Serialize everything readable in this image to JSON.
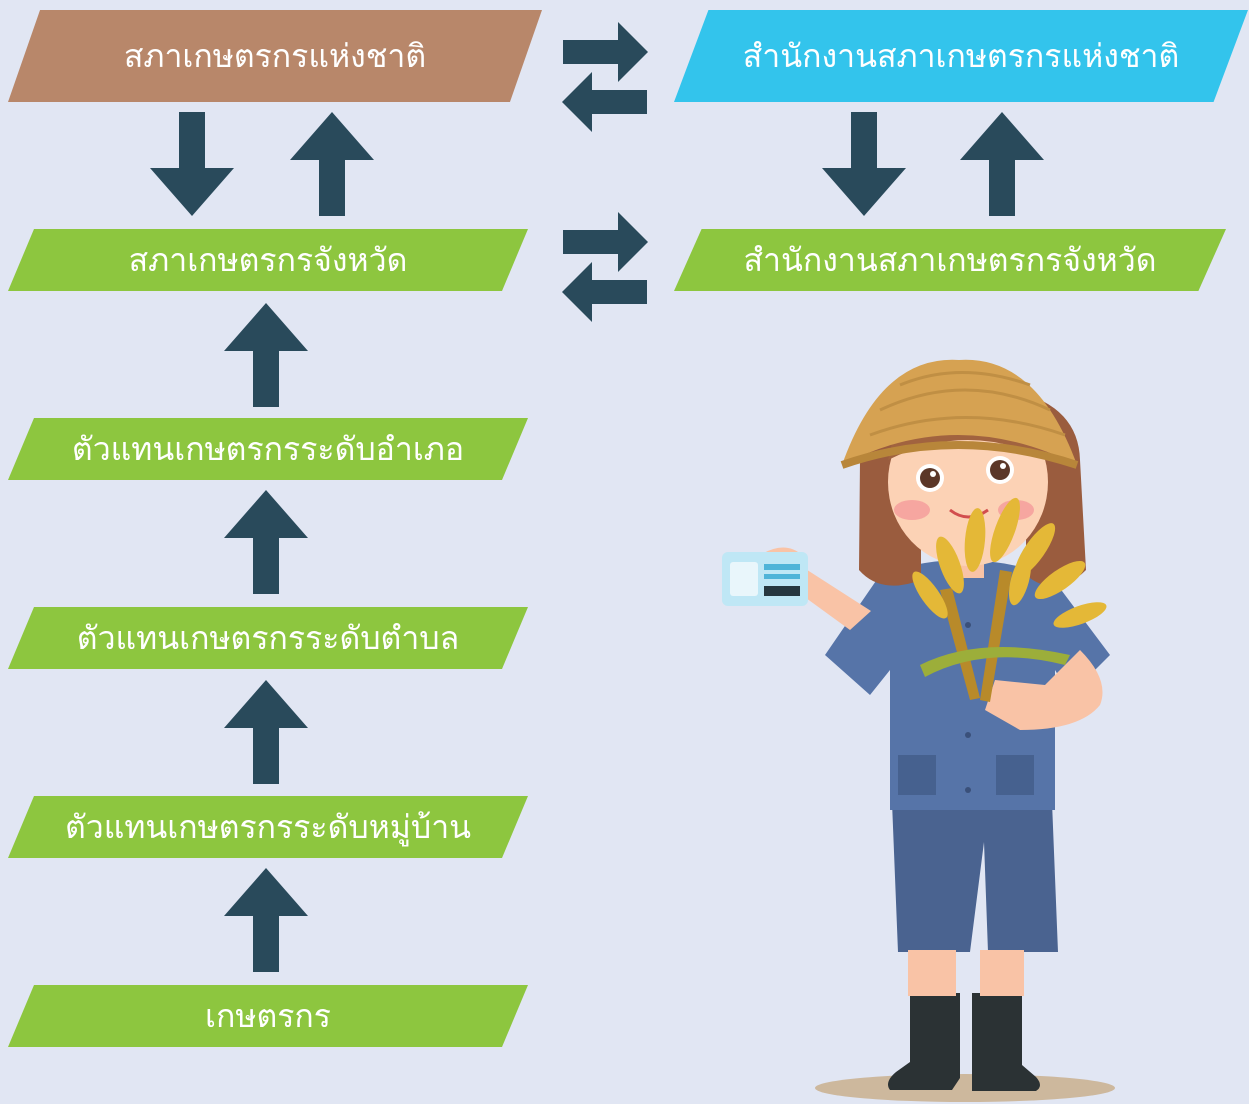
{
  "colors": {
    "background": "#e1e6f3",
    "national_council": "#b8876a",
    "national_office": "#33c4ec",
    "green_level": "#8dc63f",
    "arrow": "#294a5b",
    "text": "#ffffff"
  },
  "diagram": {
    "national_council": "สภาเกษตรกรแห่งชาติ",
    "national_office": "สำนักงานสภาเกษตรกรแห่งชาติ",
    "provincial_council": "สภาเกษตรกรจังหวัด",
    "provincial_office": "สำนักงานสภาเกษตรกรจังหวัด",
    "district_rep": "ตัวแทนเกษตรกรระดับอำเภอ",
    "subdistrict_rep": "ตัวแทนเกษตรกรระดับตำบล",
    "village_rep": "ตัวแทนเกษตรกรระดับหมู่บ้าน",
    "farmer": "เกษตรกร"
  },
  "illustration": {
    "subject": "farmer-woman-holding-rice-and-id-card"
  }
}
